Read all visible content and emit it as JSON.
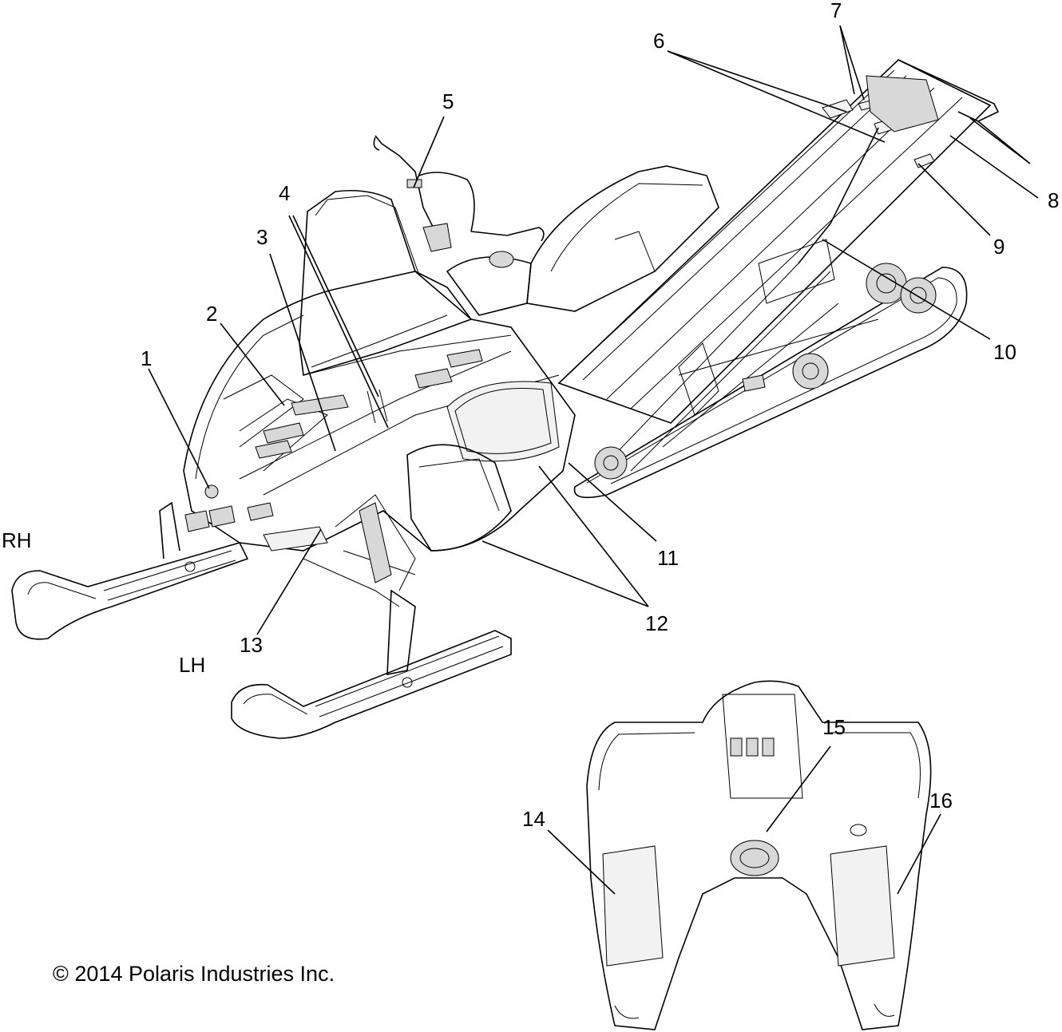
{
  "diagram": {
    "callouts": {
      "c1": "1",
      "c2": "2",
      "c3": "3",
      "c4": "4",
      "c5": "5",
      "c6": "6",
      "c7": "7",
      "c8": "8",
      "c9": "9",
      "c10": "10",
      "c11": "11",
      "c12": "12",
      "c13": "13",
      "c14": "14",
      "c15": "15",
      "c16": "16"
    },
    "side_labels": {
      "rh": "RH",
      "lh": "LH"
    },
    "copyright": "© 2014 Polaris Industries Inc."
  }
}
